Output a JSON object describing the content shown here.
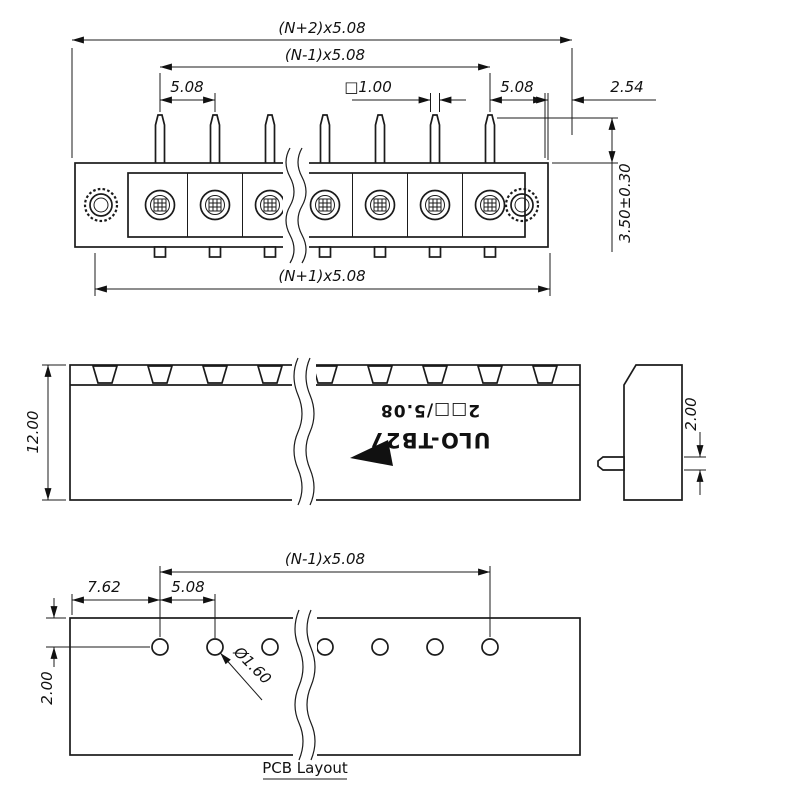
{
  "colors": {
    "line": "#1b1b1b",
    "background": "#ffffff"
  },
  "top_view": {
    "dim_overall": "(N+2)x5.08",
    "dim_pin_span": "(N-1)x5.08",
    "dim_pitch_left": "5.08",
    "dim_pin_square": "□1.00",
    "dim_pitch_right": "5.08",
    "dim_edge_offset": "2.54",
    "dim_pin_length": "3.50±0.30",
    "dim_body_span": "(N+1)x5.08"
  },
  "front_view": {
    "dim_height": "12.00",
    "brand": "ULO-TB27",
    "series": "2□□/5.08"
  },
  "side_view": {
    "dim_pin_thickness": "2.00"
  },
  "pcb_view": {
    "dim_hole_span": "(N-1)x5.08",
    "dim_edge_to_hole": "7.62",
    "dim_pitch": "5.08",
    "dim_hole_diameter": "Ø1.60",
    "dim_edge_offset": "2.00",
    "caption": "PCB Layout"
  }
}
